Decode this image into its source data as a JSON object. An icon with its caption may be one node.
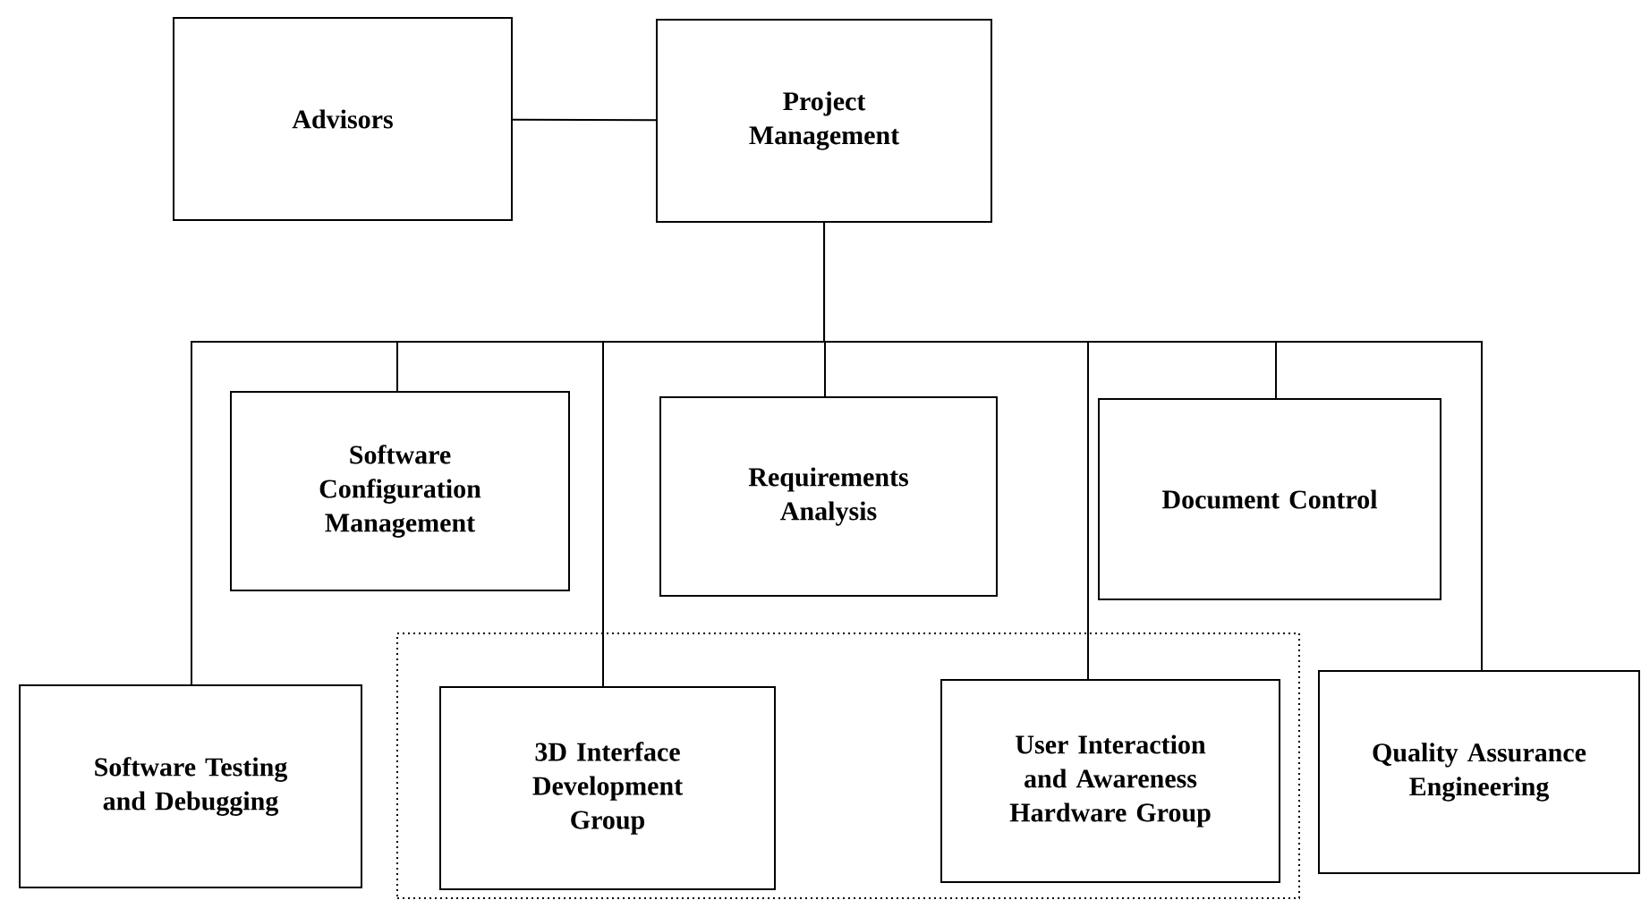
{
  "diagram": {
    "nodes": [
      {
        "text": [
          "Advisors"
        ]
      },
      {
        "text": [
          "Project Management"
        ]
      },
      {
        "text": [
          "Software Configuration Management"
        ]
      },
      {
        "text": [
          "Requirements Analysis"
        ]
      },
      {
        "text": [
          "Document Control"
        ]
      },
      {
        "text": [
          "Software Testing and Debugging"
        ]
      },
      {
        "text": [],
        "shape": "box"
      },
      {
        "text": [
          "3D Interface Development Group"
        ],
        "in": 6
      },
      {
        "text": [
          "User Interaction and Awareness Hardware Group"
        ],
        "in": 6
      },
      {
        "text": [
          "Quality Assurance Engineering"
        ]
      }
    ],
    "edges": [
      {
        "from": 0,
        "to": 1,
        "arrow": "none"
      },
      {
        "from": 1,
        "to": 5,
        "arrow": "none"
      },
      {
        "from": 1,
        "to": 2,
        "arrow": "none"
      },
      {
        "from": 1,
        "to": 7,
        "arrow": "none"
      },
      {
        "from": 1,
        "to": 3,
        "arrow": "none"
      },
      {
        "from": 1,
        "to": 8,
        "arrow": "none"
      },
      {
        "from": 1,
        "to": 4,
        "arrow": "none"
      },
      {
        "from": 1,
        "to": 9,
        "arrow": "none"
      }
    ]
  }
}
